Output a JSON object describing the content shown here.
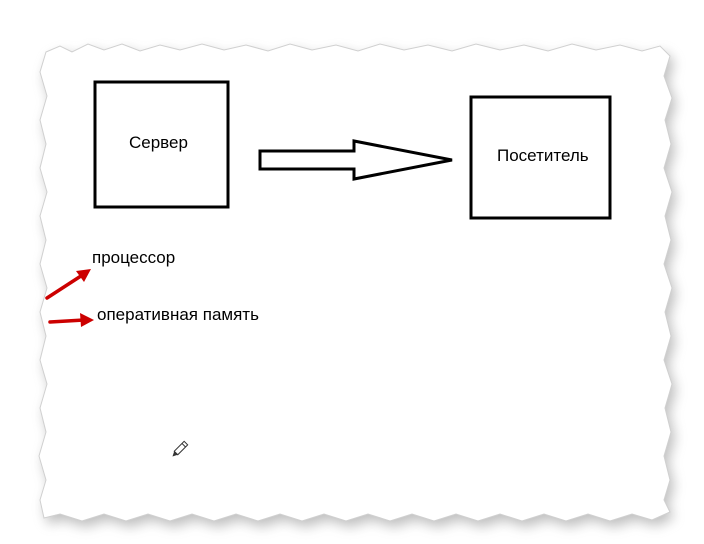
{
  "diagram": {
    "nodes": [
      {
        "id": "server",
        "label": "Сервер"
      },
      {
        "id": "visitor",
        "label": "Посетитель"
      }
    ],
    "edges": [
      {
        "from": "server",
        "to": "visitor",
        "style": "block-arrow"
      }
    ],
    "items": [
      {
        "label": "процессор"
      },
      {
        "label": "оперативная память"
      }
    ]
  },
  "colors": {
    "stroke": "#000000",
    "accent_arrow": "#cc0000",
    "paper": "#ffffff",
    "shadow": "#8a8a8a"
  },
  "icons": {
    "cursor": "pencil-cursor-icon",
    "annotation": "red-arrow-icon"
  }
}
